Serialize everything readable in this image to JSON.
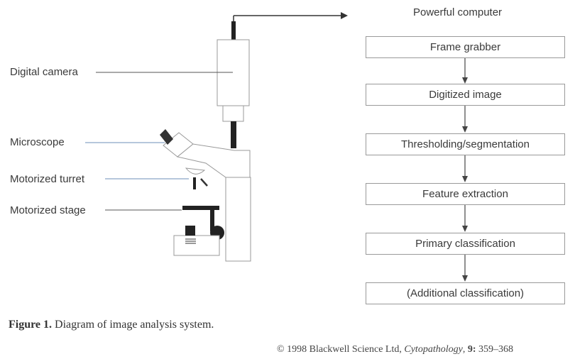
{
  "labels": {
    "camera": "Digital camera",
    "microscope": "Microscope",
    "turret": "Motorized turret",
    "stage": "Motorized stage",
    "computer": "Powerful computer"
  },
  "flow_boxes": [
    "Frame grabber",
    "Digitized image",
    "Thresholding/segmentation",
    "Feature extraction",
    "Primary classification",
    "(Additional classification)"
  ],
  "caption": {
    "figure": "Figure 1.",
    "text": "Diagram of image analysis system."
  },
  "copyright": {
    "prefix": "© 1998 Blackwell Science Ltd, ",
    "journal": "Cytopathology",
    "volume": "9:",
    "pages": "359–368"
  }
}
